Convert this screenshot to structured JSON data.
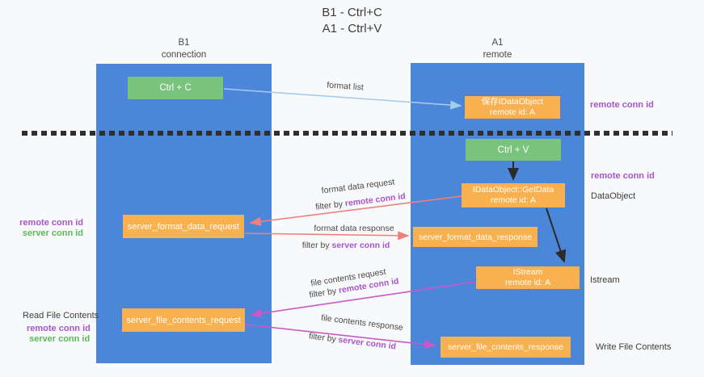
{
  "title": {
    "line1": "B1 - Ctrl+C",
    "line2": "A1 - Ctrl+V"
  },
  "columns": {
    "left": {
      "name": "B1",
      "subtitle": "connection"
    },
    "right": {
      "name": "A1",
      "subtitle": "remote"
    }
  },
  "boxes": {
    "ctrl_c": "Ctrl + C",
    "ctrl_v": "Ctrl + V",
    "save_idataobject": {
      "line1": "保存IDataObject",
      "line2": "remote id: A"
    },
    "getdata": {
      "line1": "IDataObject::GetData",
      "line2": "remote id: A"
    },
    "istream": {
      "line1": "IStream",
      "line2": "remote id: A"
    },
    "format_request": "server_format_data_request",
    "format_response": "server_format_data_response",
    "file_request": "server_file_contents_request",
    "file_response": "server_file_contents_response"
  },
  "arrow_labels": {
    "format_list": "format list",
    "format_data_request": "format data request",
    "format_data_response": "format data response",
    "file_contents_request": "file contents request",
    "file_contents_response": "file contents response",
    "filter_prefix": "filter by ",
    "remote_conn_id": "remote conn id",
    "server_conn_id": "server conn id"
  },
  "side_labels": {
    "right_remote_conn_id_top": "remote conn id",
    "right_remote_conn_id_mid": "remote conn id",
    "dataobject": "DataObject",
    "istream": "Istream",
    "write_file_contents": "Write File Contents",
    "left_remote_conn_id_top": "remote conn id",
    "left_server_conn_id_top": "server conn id",
    "read_file_contents": "Read File Contents",
    "left_remote_conn_id_bottom": "remote conn id",
    "left_server_conn_id_bottom": "server conn id"
  },
  "colors": {
    "bg": "#f8f9fa",
    "column_blue": "#4c86d9",
    "box_orange": "#f9b04e",
    "box_green": "#79c37c",
    "text_dark": "#3d3d3d",
    "text_gray": "#4a4a4a",
    "purple": "#a855cb",
    "green_label": "#5cb85c",
    "arrow_blue": "#a3cbec",
    "arrow_red": "#f0807e",
    "arrow_magenta": "#c958c9",
    "arrow_black": "#2b2b2b",
    "dashed_line": "#2f2f2f"
  }
}
